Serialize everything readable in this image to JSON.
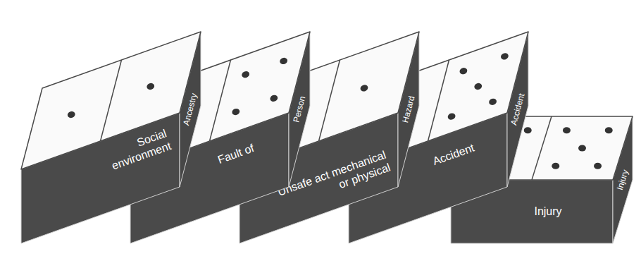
{
  "diagram": {
    "nodes": [
      {
        "text": [
          "Social environment",
          "Ancestry"
        ]
      },
      {
        "text": [
          "Fault of",
          "Person"
        ]
      },
      {
        "text": [
          "Unsafe act mechanical or physical",
          "Hazard"
        ]
      },
      {
        "text": [
          "Accident",
          "Accident"
        ]
      },
      {
        "text": [
          "Injury",
          "Injury"
        ]
      }
    ]
  }
}
